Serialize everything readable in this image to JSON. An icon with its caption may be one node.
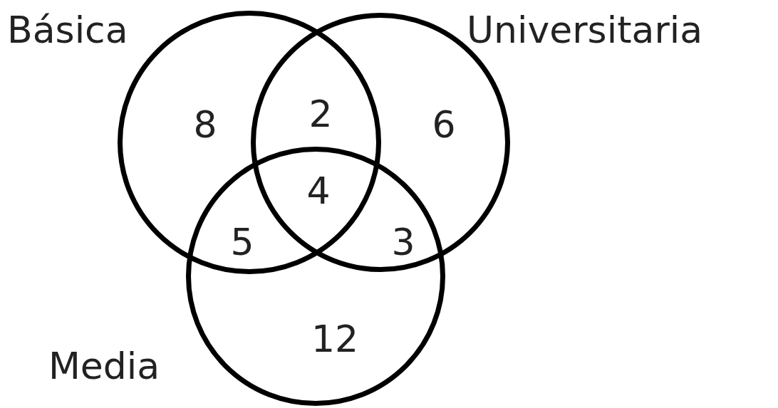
{
  "diagram": {
    "nodes": [
      {
        "text": [
          "Básica"
        ]
      },
      {
        "text": [
          "Universitaria"
        ]
      },
      {
        "text": [
          "Media"
        ]
      }
    ],
    "edges": [],
    "labels": [
      "8",
      "2",
      "6",
      "4",
      "5",
      "3",
      "12"
    ]
  }
}
